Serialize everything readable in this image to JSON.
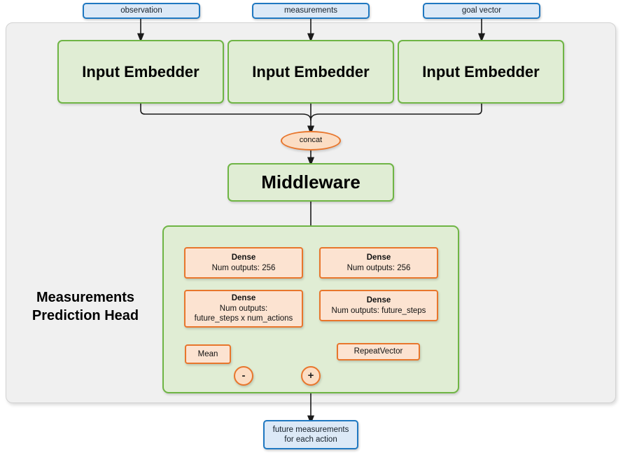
{
  "diagram": {
    "title": "Measurements Prediction Head network architecture",
    "colors": {
      "panel_bg": "#f0f0f0",
      "panel_border": "#d2d2d2",
      "io_fill": "#dce9f7",
      "io_border": "#1f78c1",
      "green_fill": "#e0edd4",
      "green_border": "#6fb545",
      "orange_fill": "#fce3d1",
      "orange_border": "#e8762c",
      "wire": "#1a1a1a"
    }
  },
  "inputs": [
    {
      "label": "observation"
    },
    {
      "label": "measurements"
    },
    {
      "label": "goal vector"
    }
  ],
  "embedders": [
    {
      "label": "Input Embedder"
    },
    {
      "label": "Input Embedder"
    },
    {
      "label": "Input Embedder"
    }
  ],
  "concat": {
    "label": "concat"
  },
  "middleware": {
    "label": "Middleware"
  },
  "head": {
    "label_line1": "Measurements",
    "label_line2": "Prediction Head",
    "left_branch": {
      "dense1": {
        "title": "Dense",
        "sub": "Num outputs: 256"
      },
      "dense2": {
        "title": "Dense",
        "sub1": "Num outputs:",
        "sub2": "future_steps x num_actions"
      },
      "mean": {
        "label": "Mean"
      },
      "operator": {
        "label": "-"
      }
    },
    "right_branch": {
      "dense1": {
        "title": "Dense",
        "sub": "Num outputs: 256"
      },
      "dense2": {
        "title": "Dense",
        "sub": "Num outputs: future_steps"
      },
      "repeat_vector": {
        "label": "RepeatVector"
      }
    },
    "merge_operator": {
      "label": "+"
    }
  },
  "output": {
    "line1": "future measurements",
    "line2": "for each action"
  }
}
